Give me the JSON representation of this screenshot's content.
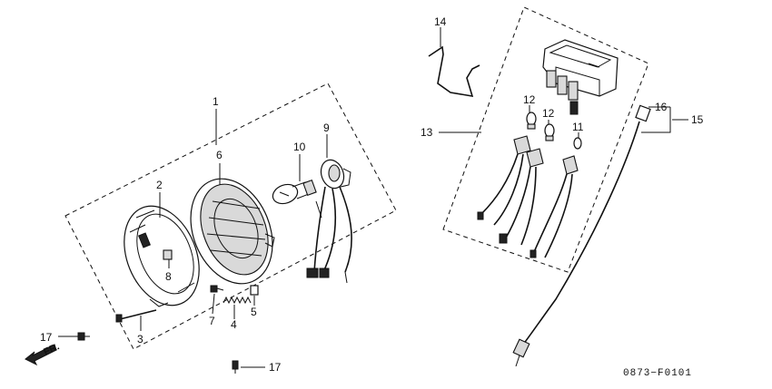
{
  "diagram": {
    "code": "0873−F0101",
    "front_label": "FR.",
    "callouts": {
      "c1": "1",
      "c2": "2",
      "c3": "3",
      "c4": "4",
      "c5": "5",
      "c6": "6",
      "c7": "7",
      "c8": "8",
      "c9": "9",
      "c10": "10",
      "c11": "11",
      "c12a": "12",
      "c12b": "12",
      "c13": "13",
      "c14": "14",
      "c15": "15",
      "c16": "16",
      "c17a": "17",
      "c17b": "17"
    }
  }
}
